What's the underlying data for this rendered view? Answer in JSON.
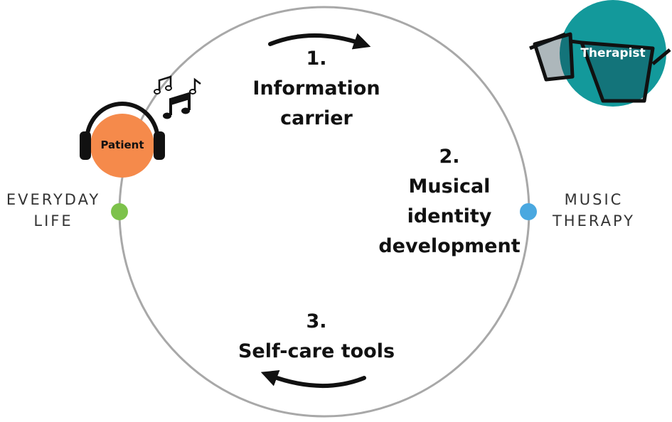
{
  "steps": [
    {
      "number": "1.",
      "lines": [
        "Information",
        "carrier"
      ]
    },
    {
      "number": "2.",
      "lines": [
        "Musical",
        "identity",
        "development"
      ]
    },
    {
      "number": "3.",
      "lines": [
        "Self-care tools"
      ]
    }
  ],
  "poles": {
    "left": {
      "lines": [
        "EVERYDAY",
        "LIFE"
      ],
      "dot_color": "#7dc24b"
    },
    "right": {
      "lines": [
        "MUSIC",
        "THERAPY"
      ],
      "dot_color": "#4aa8e0"
    }
  },
  "patient": {
    "label": "Patient",
    "color": "#f58a4b",
    "icon": "headphones-icon"
  },
  "therapist": {
    "label": "Therapist",
    "color": "#13999b",
    "icon": "glasses-icon"
  },
  "music_icon": "music-notes-icon"
}
